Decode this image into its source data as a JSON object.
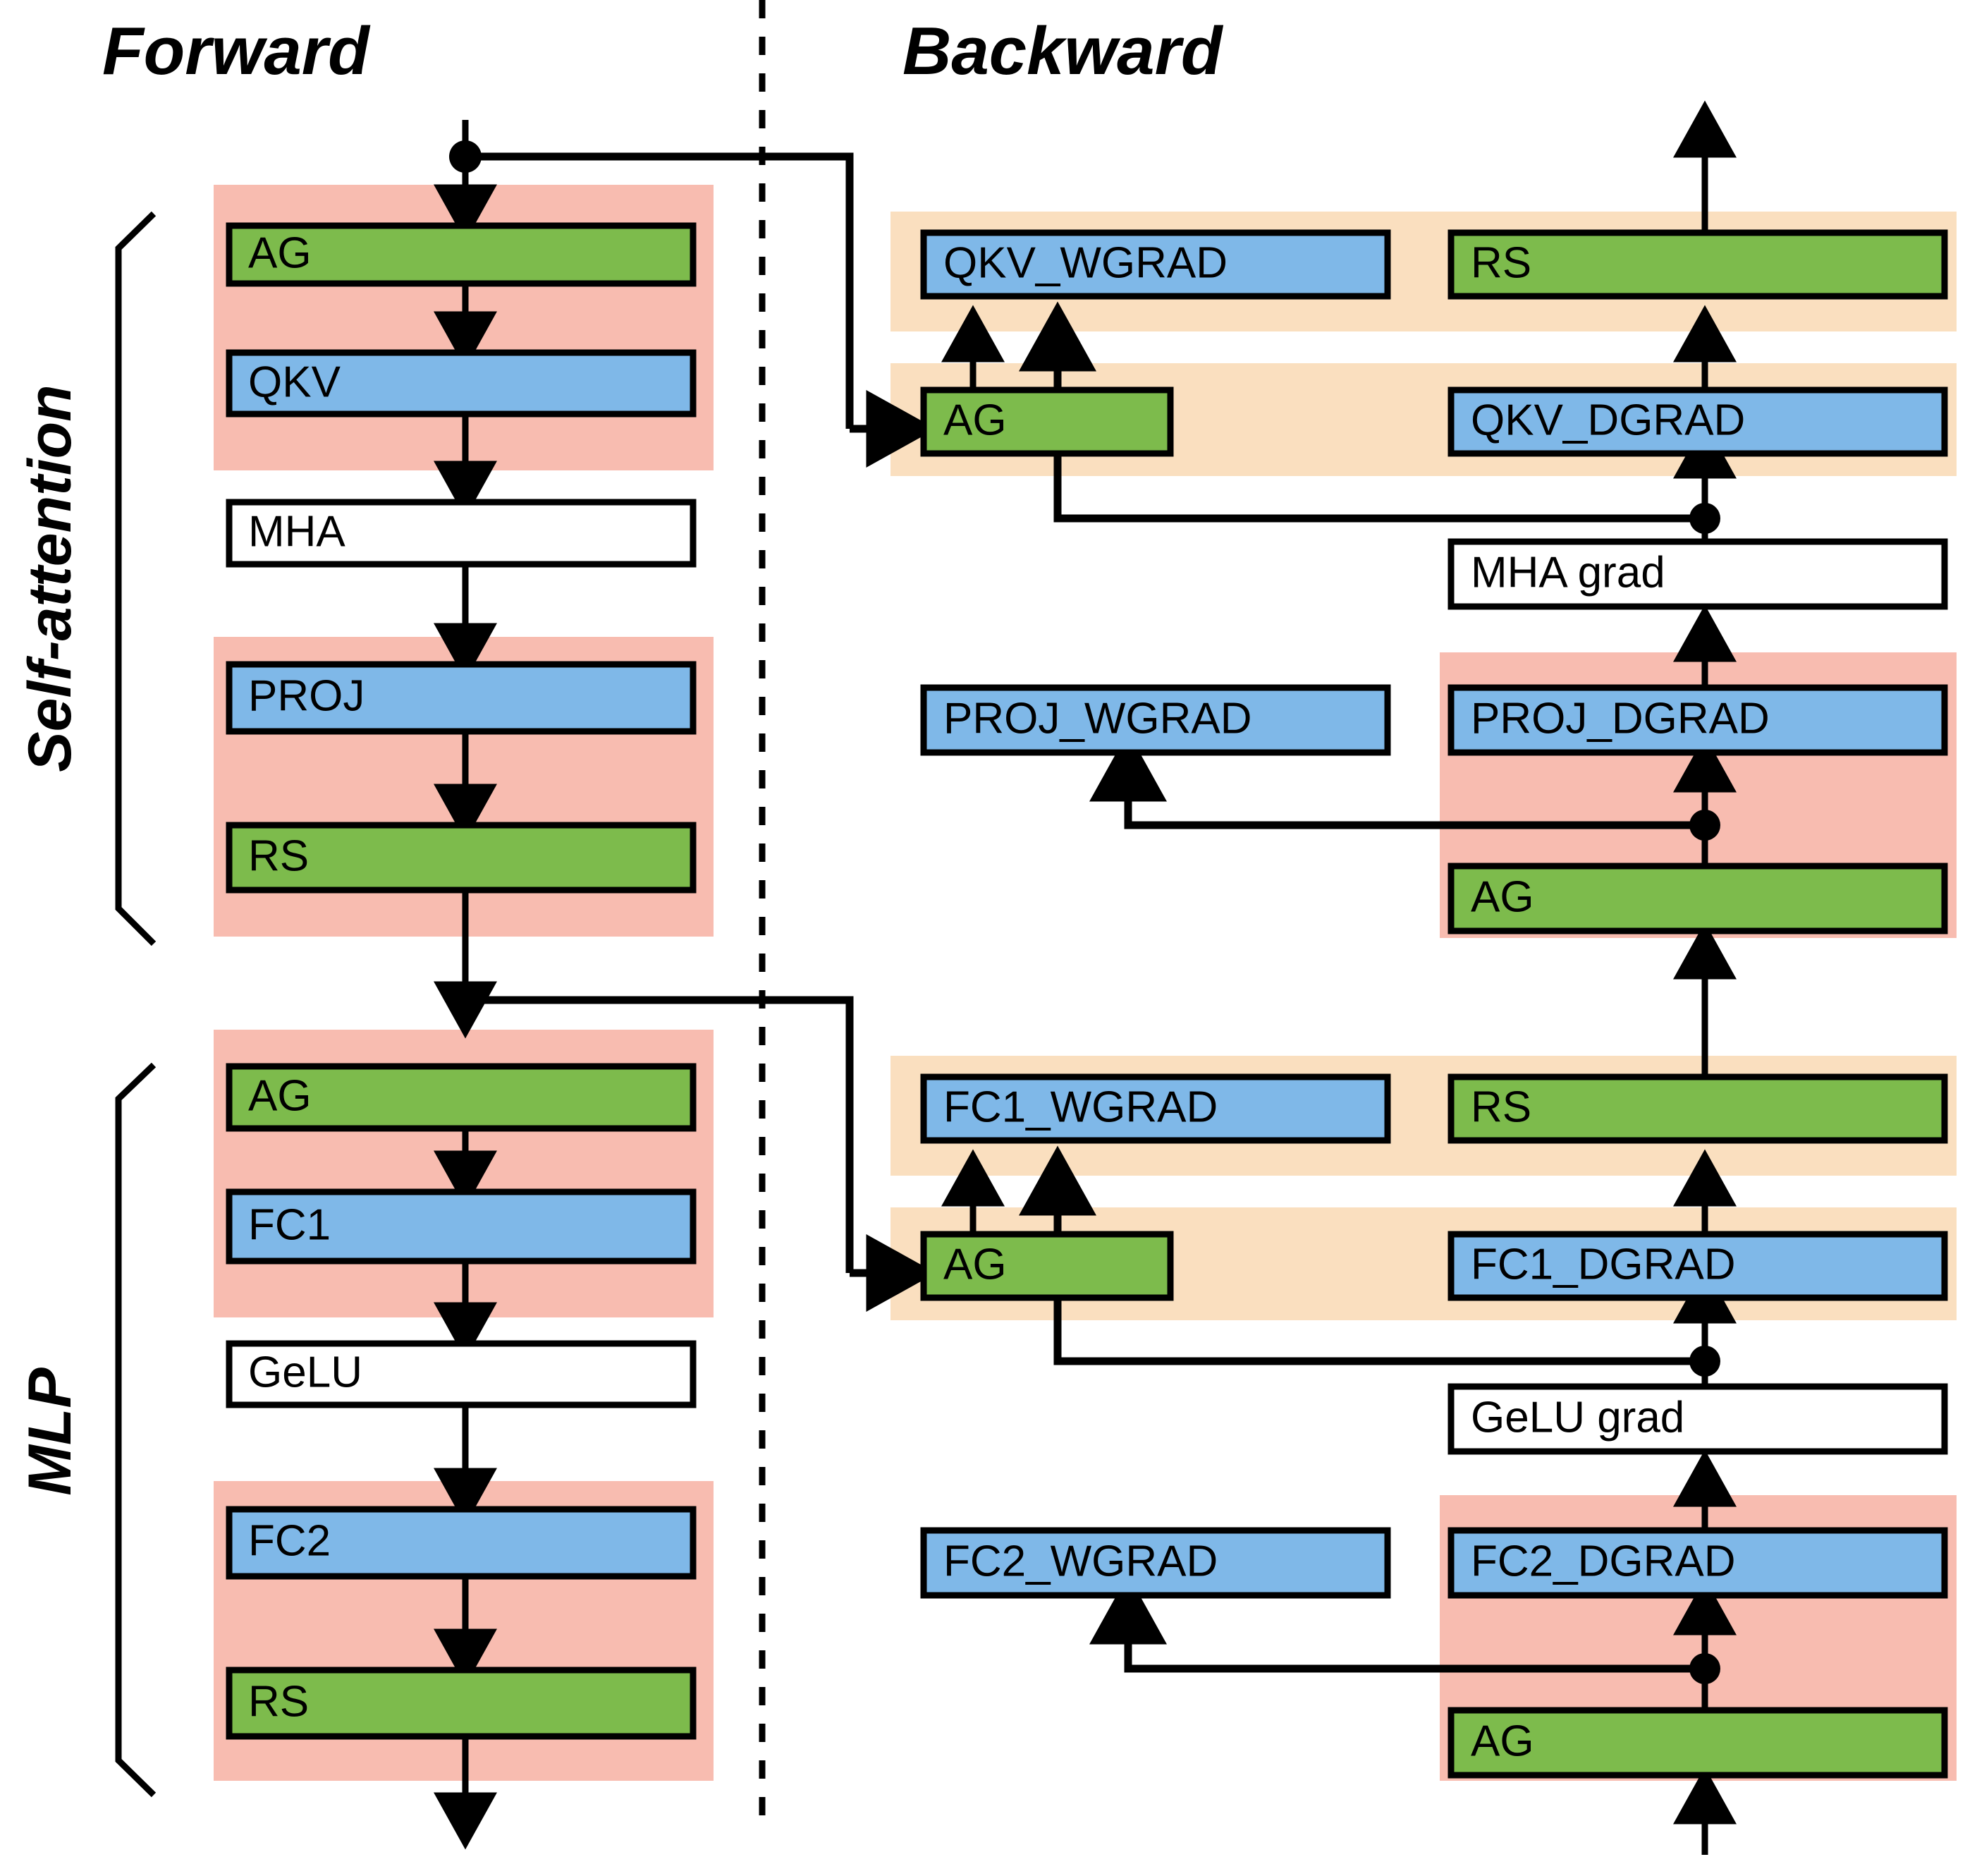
{
  "figure": {
    "title_forward": "Forward",
    "title_backward": "Backward",
    "side_labels": {
      "self_attention": "Self-attention",
      "mlp": "MLP"
    }
  },
  "colors": {
    "green": "#7dbb4c",
    "blue": "#7fb8e8",
    "white": "#ffffff",
    "pink_band": "#f8bcb0",
    "orange_band": "#fadfbf",
    "stroke": "#000000"
  },
  "forward": {
    "self_attention_blocks": [
      {
        "label": "AG",
        "kind": "green",
        "band": "pink"
      },
      {
        "label": "QKV",
        "kind": "blue",
        "band": "pink"
      },
      {
        "label": "MHA",
        "kind": "white",
        "band": "none"
      },
      {
        "label": "PROJ",
        "kind": "blue",
        "band": "pink"
      },
      {
        "label": "RS",
        "kind": "green",
        "band": "pink"
      }
    ],
    "mlp_blocks": [
      {
        "label": "AG",
        "kind": "green",
        "band": "pink"
      },
      {
        "label": "FC1",
        "kind": "blue",
        "band": "pink"
      },
      {
        "label": "GeLU",
        "kind": "white",
        "band": "none"
      },
      {
        "label": "FC2",
        "kind": "blue",
        "band": "pink"
      },
      {
        "label": "RS",
        "kind": "green",
        "band": "pink"
      }
    ]
  },
  "backward": {
    "self_attention_blocks": [
      {
        "label": "QKV_WGRAD",
        "kind": "blue",
        "band": "orange",
        "column": "left"
      },
      {
        "label": "RS",
        "kind": "green",
        "band": "orange",
        "column": "right"
      },
      {
        "label": "AG",
        "kind": "green",
        "band": "orange",
        "column": "left"
      },
      {
        "label": "QKV_DGRAD",
        "kind": "blue",
        "band": "orange",
        "column": "right"
      },
      {
        "label": "MHA grad",
        "kind": "white",
        "band": "none",
        "column": "right"
      },
      {
        "label": "PROJ_WGRAD",
        "kind": "blue",
        "band": "none",
        "column": "left"
      },
      {
        "label": "PROJ_DGRAD",
        "kind": "blue",
        "band": "pink",
        "column": "right"
      },
      {
        "label": "AG",
        "kind": "green",
        "band": "pink",
        "column": "right"
      }
    ],
    "mlp_blocks": [
      {
        "label": "FC1_WGRAD",
        "kind": "blue",
        "band": "orange",
        "column": "left"
      },
      {
        "label": "RS",
        "kind": "green",
        "band": "orange",
        "column": "right"
      },
      {
        "label": "AG",
        "kind": "green",
        "band": "orange",
        "column": "left"
      },
      {
        "label": "FC1_DGRAD",
        "kind": "blue",
        "band": "orange",
        "column": "right"
      },
      {
        "label": "GeLU grad",
        "kind": "white",
        "band": "none",
        "column": "right"
      },
      {
        "label": "FC2_WGRAD",
        "kind": "blue",
        "band": "none",
        "column": "left"
      },
      {
        "label": "FC2_DGRAD",
        "kind": "blue",
        "band": "pink",
        "column": "right"
      },
      {
        "label": "AG",
        "kind": "green",
        "band": "pink",
        "column": "right"
      }
    ]
  },
  "labels": {
    "fwd_ag1": "AG",
    "fwd_qkv": "QKV",
    "fwd_mha": "MHA",
    "fwd_proj": "PROJ",
    "fwd_rs1": "RS",
    "fwd_ag2": "AG",
    "fwd_fc1": "FC1",
    "fwd_gelu": "GeLU",
    "fwd_fc2": "FC2",
    "fwd_rs2": "RS",
    "bwd_qkv_wgrad": "QKV_WGRAD",
    "bwd_rs1": "RS",
    "bwd_ag1": "AG",
    "bwd_qkv_dgrad": "QKV_DGRAD",
    "bwd_mha_grad": "MHA grad",
    "bwd_proj_wgrad": "PROJ_WGRAD",
    "bwd_proj_dgrad": "PROJ_DGRAD",
    "bwd_ag2": "AG",
    "bwd_fc1_wgrad": "FC1_WGRAD",
    "bwd_rs2": "RS",
    "bwd_ag3": "AG",
    "bwd_fc1_dgrad": "FC1_DGRAD",
    "bwd_gelu_grad": "GeLU grad",
    "bwd_fc2_wgrad": "FC2_WGRAD",
    "bwd_fc2_dgrad": "FC2_DGRAD",
    "bwd_ag4": "AG"
  }
}
